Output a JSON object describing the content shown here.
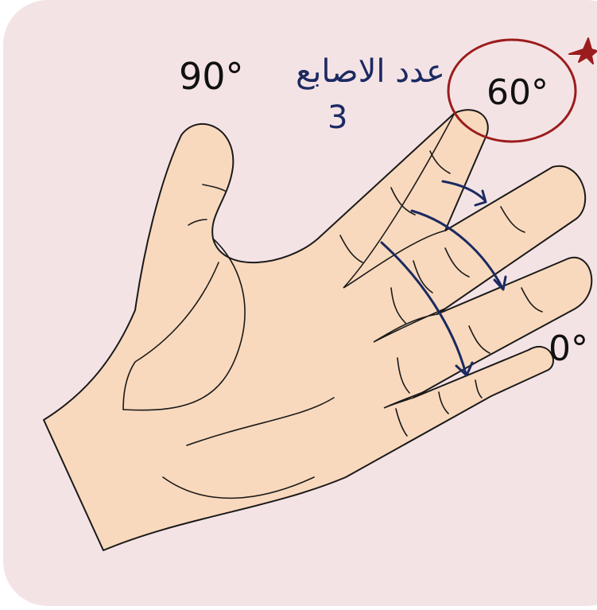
{
  "labels": {
    "deg_90": "90°",
    "deg_60": "60°",
    "deg_0": "0°"
  },
  "handwritten": {
    "fingers_note": "عدد الاصابع",
    "finger_count": "3"
  },
  "colors": {
    "card_background": "#f4e3e5",
    "skin": "#f9d9bd",
    "outline": "#1a1a1a",
    "arrow": "#1b2a62",
    "circle": "#9b1c1c",
    "star": "#9b1c1c"
  },
  "icons": {
    "star": "star-icon",
    "arrows": "curved-arrow-icon"
  }
}
